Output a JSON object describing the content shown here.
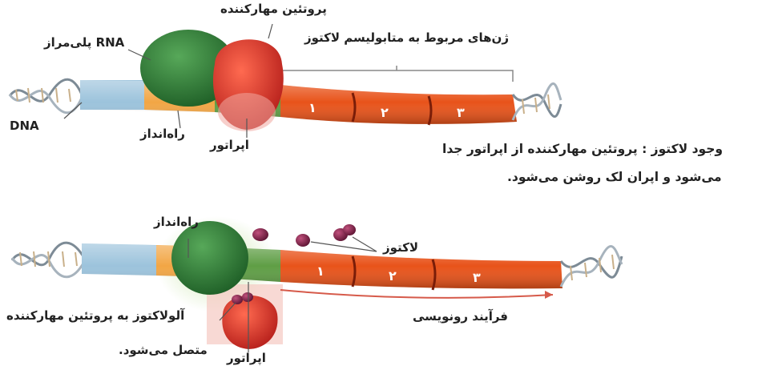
{
  "top_panel": {
    "labels": {
      "repressor_protein": "پروتئین مهارکننده",
      "rna_polymerase": "RNA پلی‌مراز",
      "lactose_genes": "ژن‌های مربوط به متابولیسم لاکتوز",
      "dna": "DNA",
      "promoter": "راه‌انداز",
      "operator": "اپراتور"
    },
    "segment_numbers": [
      "۱",
      "۲",
      "۳"
    ]
  },
  "caption": {
    "line1": "وجود لاکتوز : پروتئین مهارکننده از اپراتور جدا",
    "line2": "می‌شود و اپران لک روشن می‌شود."
  },
  "bottom_panel": {
    "labels": {
      "promoter": "راه‌انداز",
      "lactose": "لاکتوز",
      "allolactose_line1": "آلولاکتوز به پروتئین مهارکننده",
      "allolactose_line2": "متصل می‌شود.",
      "transcription": "فرآیند رونویسی",
      "operator": "اپراتور"
    },
    "segment_numbers": [
      "۱",
      "۲",
      "۳"
    ]
  },
  "colors": {
    "dna_blue": "#9cc3dc",
    "promoter_orange": "#f2a645",
    "operator_green": "#5f9e45",
    "gene_orange": "#e8531a",
    "polymerase_green": "#2f7d36",
    "repressor_red": "#e0352a",
    "lactose_purple": "#8a2a52"
  }
}
